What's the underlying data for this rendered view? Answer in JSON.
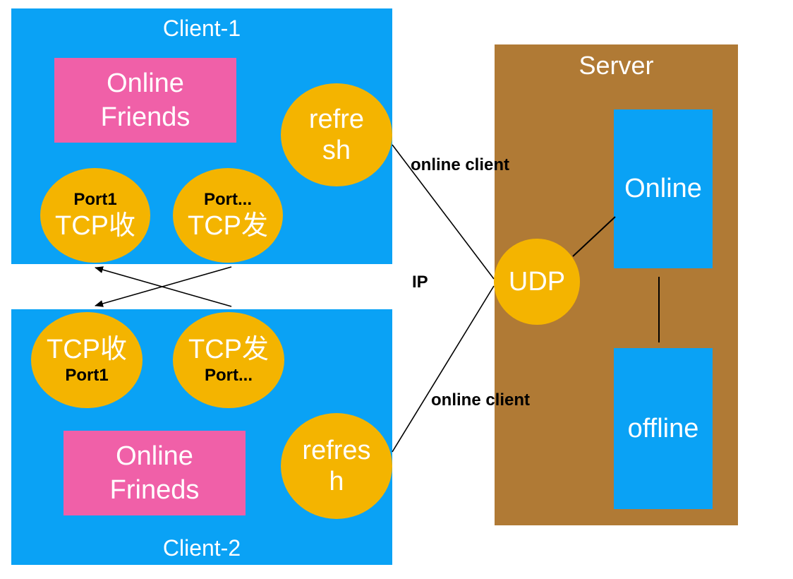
{
  "client1": {
    "title": "Client-1",
    "friends_box": "Online\nFriends",
    "refresh": "refre\nsh",
    "tcp_recv": {
      "port": "Port1",
      "label": "TCP收"
    },
    "tcp_send": {
      "port": "Port...",
      "label": "TCP发"
    }
  },
  "client2": {
    "title": "Client-2",
    "friends_box": "Online\nFrineds",
    "refresh": "refres\nh",
    "tcp_recv": {
      "port": "Port1",
      "label": "TCP收"
    },
    "tcp_send": {
      "port": "Port...",
      "label": "TCP发"
    }
  },
  "server": {
    "title": "Server",
    "udp": "UDP",
    "online": "Online",
    "offline": "offline"
  },
  "edge_labels": {
    "top": "online client",
    "middle": "IP",
    "bottom": "online client"
  },
  "colors": {
    "client_bg": "#0aa2f5",
    "server_bg": "#b07a35",
    "circle": "#f4b400",
    "friends_box": "#f060a8"
  }
}
